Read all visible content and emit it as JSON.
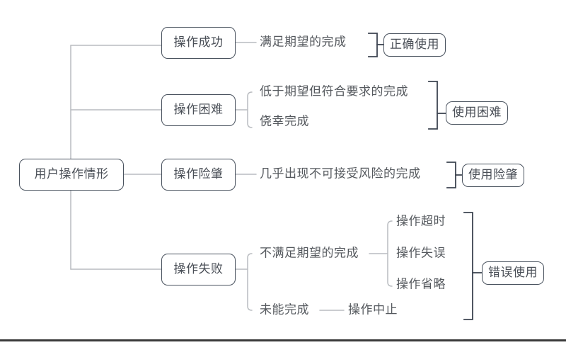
{
  "diagram": {
    "type": "mind-map",
    "title": "用户操作情形",
    "colors": {
      "node_border": "#49525e",
      "node_text": "#4a4f57",
      "leaf_text": "#55595e",
      "wire_light": "#b9bcc0",
      "bracket_dark": "#3d4450",
      "background": "#ffffff",
      "bottom_rule": "#3a3a3a"
    },
    "root": {
      "label": "用户操作情形"
    },
    "branches": [
      {
        "label": "操作成功",
        "details": [
          "满足期望的完成"
        ],
        "outcome": "正确使用"
      },
      {
        "label": "操作困难",
        "details": [
          "低于期望但符合要求的完成",
          "侥幸完成"
        ],
        "outcome": "使用困难"
      },
      {
        "label": "操作险肇",
        "details": [
          "几乎出现不可接受风险的完成"
        ],
        "outcome": "使用险肇"
      },
      {
        "label": "操作失败",
        "details": [
          "不满足期望的完成",
          "未能完成"
        ],
        "sub_details": [
          "操作超时",
          "操作失误",
          "操作省略"
        ],
        "tail_detail": "操作中止",
        "outcome": "错误使用"
      }
    ]
  }
}
